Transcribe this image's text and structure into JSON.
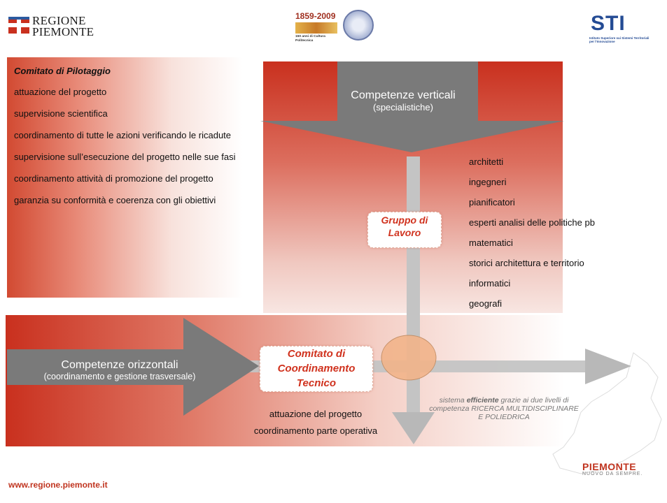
{
  "header": {
    "regione_logo_line1": "REGIONE",
    "regione_logo_line2": "PIEMONTE",
    "poli_years": "1859-2009",
    "poli_caption": "150 anni di Cultura Politecnica",
    "sti_mark": "STI",
    "sti_caption": "Istituto Superiore sui Sistemi Territoriali per l'Innovazione"
  },
  "left_panel": {
    "heading": "Comitato di Pilotaggio",
    "items": [
      "attuazione del progetto",
      "supervisione scientifica",
      "coordinamento di tutte le azioni verificando le ricadute",
      "supervisione sull’esecuzione del progetto nelle sue fasi",
      "coordinamento attività di promozione del progetto",
      "garanzia su conformità e coerenza con gli obiettivi"
    ]
  },
  "vertical": {
    "title": "Competenze verticali",
    "subtitle": "(specialistiche)",
    "group_box": "Gruppo di Lavoro",
    "roles": [
      "architetti",
      "ingegneri",
      "pianificatori",
      "esperti analisi delle politiche pb",
      "matematici",
      "storici architettura e territorio",
      "informatici",
      "geografi"
    ]
  },
  "horizontal": {
    "title": "Competenze orizzontali",
    "subtitle": "(coordinamento e gestione trasversale)",
    "committee_box": "Comitato di Coordinamento Tecnico",
    "items": [
      "attuazione del progetto",
      "coordinamento parte operativa"
    ]
  },
  "note": {
    "prefix": "sistema",
    "emphasis": "efficiente",
    "rest": "grazie ai due livelli di competenza RICERCA MULTIDISCIPLINARE E POLIEDRICA"
  },
  "footer": {
    "url": "www.regione.piemonte.it",
    "brand": "PIEMONTE",
    "tagline": "NUOVO DA SEMPRE."
  },
  "colors": {
    "accent_red": "#c9301e",
    "arrow_gray": "#7a7a7a",
    "light_arrow_gray": "#bdbdbd",
    "circle_fill": "#f2b48a"
  }
}
